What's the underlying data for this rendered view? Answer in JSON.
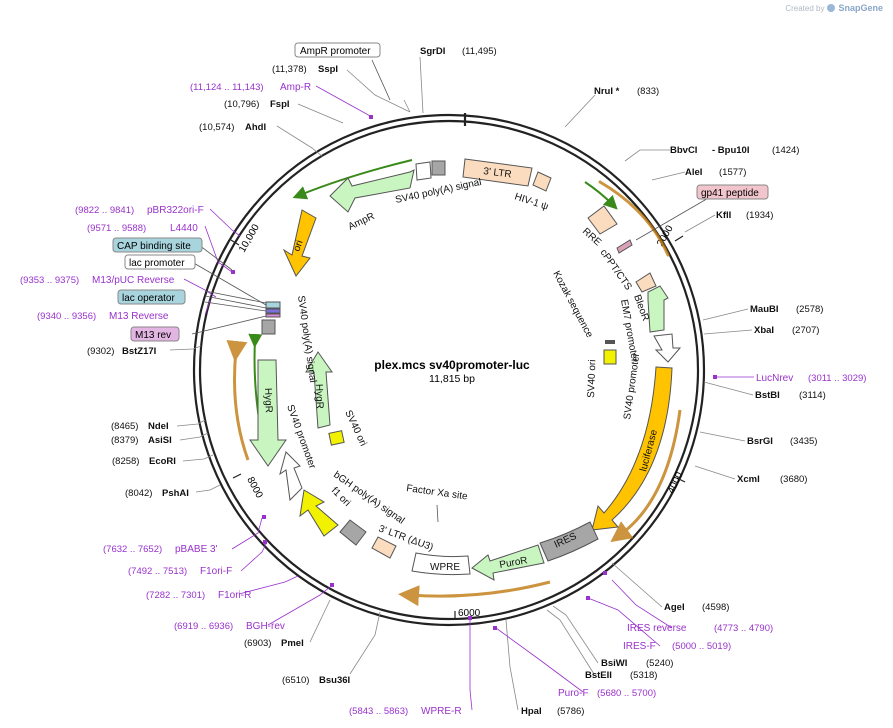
{
  "brand": {
    "created_by": "Created by",
    "name": "SnapGene"
  },
  "plasmid": {
    "name": "plex.mcs sv40promoter-luc",
    "size": "11,815 bp"
  },
  "ticks": [
    "2000",
    "4000",
    "6000",
    "8000",
    "10,000"
  ],
  "enzymes": [
    {
      "name": "SgrDI",
      "pos": "(11,495)"
    },
    {
      "name": "SspI",
      "pos": "(11,378)"
    },
    {
      "name": "FspI",
      "pos": "(10,796)"
    },
    {
      "name": "AhdI",
      "pos": "(10,574)"
    },
    {
      "name": "NruI *",
      "pos": "(833)"
    },
    {
      "name": "BbvCI",
      "name2": "- Bpu10I",
      "pos": "(1424)"
    },
    {
      "name": "AleI",
      "pos": "(1577)"
    },
    {
      "name": "KflI",
      "pos": "(1934)"
    },
    {
      "name": "MauBI",
      "pos": "(2578)"
    },
    {
      "name": "XbaI",
      "pos": "(2707)"
    },
    {
      "name": "BstBI",
      "pos": "(3114)"
    },
    {
      "name": "BsrGI",
      "pos": "(3435)"
    },
    {
      "name": "XcmI",
      "pos": "(3680)"
    },
    {
      "name": "AgeI",
      "pos": "(4598)"
    },
    {
      "name": "BsiWI",
      "pos": "(5240)"
    },
    {
      "name": "BstEII",
      "pos": "(5318)"
    },
    {
      "name": "HpaI",
      "pos": "(5786)"
    },
    {
      "name": "Bsu36I",
      "pos": "(6510)"
    },
    {
      "name": "PmeI",
      "pos": "(6903)"
    },
    {
      "name": "PshAI",
      "pos": "(8042)"
    },
    {
      "name": "EcoRI",
      "pos": "(8258)"
    },
    {
      "name": "AsiSI",
      "pos": "(8379)"
    },
    {
      "name": "NdeI",
      "pos": "(8465)"
    },
    {
      "name": "BstZ17I",
      "pos": "(9302)"
    }
  ],
  "primers": [
    {
      "name": "Amp-R",
      "range": "(11,124 .. 11,143)"
    },
    {
      "name": "pBR322ori-F",
      "range": "(9822 .. 9841)"
    },
    {
      "name": "L4440",
      "range": "(9571 .. 9588)"
    },
    {
      "name": "M13/pUC Reverse",
      "range": "(9353 .. 9375)"
    },
    {
      "name": "M13 Reverse",
      "range": "(9340 .. 9356)"
    },
    {
      "name": "LucNrev",
      "range": "(3011 .. 3029)"
    },
    {
      "name": "IRES reverse",
      "range": "(4773 .. 4790)"
    },
    {
      "name": "IRES-F",
      "range": "(5000 .. 5019)"
    },
    {
      "name": "Puro-F",
      "range": "(5680 .. 5700)"
    },
    {
      "name": "WPRE-R",
      "range": "(5843 .. 5863)"
    },
    {
      "name": "BGH-rev",
      "range": "(6919 .. 6936)"
    },
    {
      "name": "F1ori-R",
      "range": "(7282 .. 7301)"
    },
    {
      "name": "F1ori-F",
      "range": "(7492 .. 7513)"
    },
    {
      "name": "pBABE 3'",
      "range": "(7632 .. 7652)"
    }
  ],
  "boxed_labels": {
    "ampr_promoter": "AmpR promoter",
    "gp41_peptide": "gp41 peptide",
    "cap_binding_site": "CAP binding site",
    "lac_promoter": "lac promoter",
    "lac_operator": "lac operator",
    "m13_rev": "M13 rev"
  },
  "features": {
    "ltr3": "3' LTR",
    "hiv_psi": "HIV-1 ψ",
    "sv40_polya_top": "SV40 poly(A) signal",
    "ampr": "AmpR",
    "ori_top": "ori",
    "rre": "RRE",
    "cppt": "cPPT/CTS",
    "bleor": "BleoR",
    "em7": "EM7 promoter",
    "kozak": "Kozak sequence",
    "sv40_promoter_r": "SV40 promoter",
    "luciferase": "luciferase",
    "ires": "IRES",
    "puror": "PuroR",
    "wpre": "WPRE",
    "ltr3_du3": "3' LTR (ΔU3)",
    "factor_xa": "Factor Xa site",
    "bgh_polya": "bGH poly(A) signal",
    "f1_ori": "f1 ori",
    "sv40_promoter_l": "SV40 promoter",
    "hygr_outer": "HygR",
    "hygr_inner": "HygR",
    "sv40_ori_inner": "SV40 ori",
    "sv40_polya_inner": "SV40 poly(A) signal",
    "sv40_ori_right": "SV40 ori"
  },
  "colors": {
    "backbone": "#222222",
    "green_feature": "#c8f5c0",
    "orange_feature": "#ffc300",
    "peach_feature": "#fcdcbf",
    "yellow_feature": "#f2f200",
    "gray_feature": "#a6a6a6",
    "primer_purple": "#9932cc",
    "orf_green": "#3a8a1a",
    "orf_orange": "#c07a10",
    "cap_box": "#a8d4de",
    "m13_box": "#e2b5e2",
    "gp41_box": "#f2c4cc"
  }
}
